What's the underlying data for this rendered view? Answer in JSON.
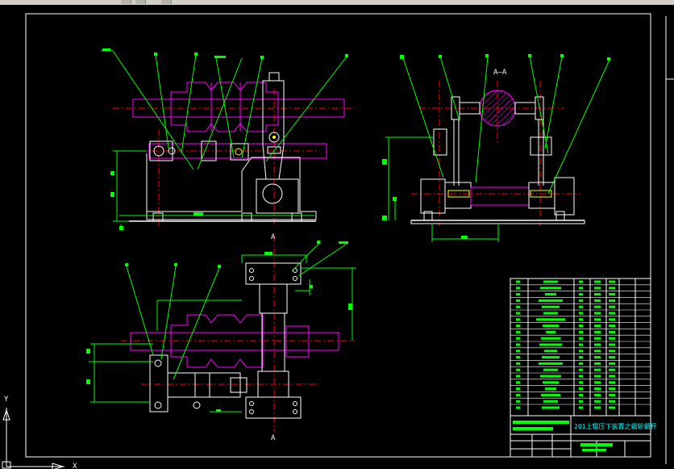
{
  "app": {
    "toolbar_icons": [
      "layer-icon",
      "properties-icon",
      "layout-icon"
    ]
  },
  "drawing": {
    "title_block_title": "201上辊压下装置之蜗轮蜗杆",
    "section_label": "A—A",
    "cut_label_top": "A",
    "cut_label_bottom": "A",
    "axis_y_label": "Y",
    "axis_x_label": "X"
  },
  "colors": {
    "background": "#000000",
    "outline": "#ffffff",
    "part": "#ff00ff",
    "centerline": "#ff0000",
    "dimension": "#00ff00",
    "leader": "#00ff00",
    "table": "#ffffff",
    "highlight": "#00ffff"
  }
}
